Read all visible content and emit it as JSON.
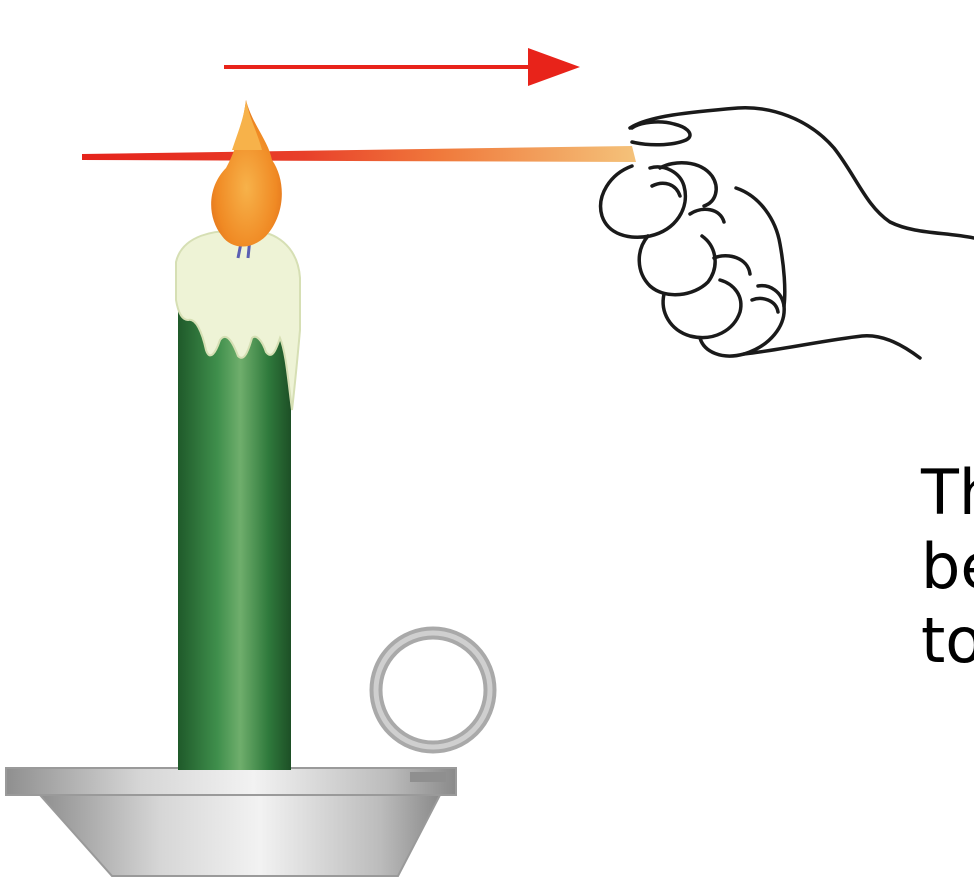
{
  "caption": {
    "lines": [
      "Th",
      "be",
      "to"
    ]
  },
  "colors": {
    "motion_arrow": "#e8231a",
    "rod_hot": "#e5231b",
    "rod_mid": "#f07a3c",
    "rod_cool": "#f4c27a",
    "flame_outer": "#f08a24",
    "flame_tip": "#f7b24a",
    "candle": "#2f7a3c",
    "wax": "#eef3d6",
    "holder": "#bdbdbd",
    "outline": "#1a1a1a"
  },
  "icons": [
    "candle-icon",
    "flame-icon",
    "hand-icon",
    "arrow-right-icon",
    "metal-rod-icon",
    "candle-holder-icon"
  ]
}
